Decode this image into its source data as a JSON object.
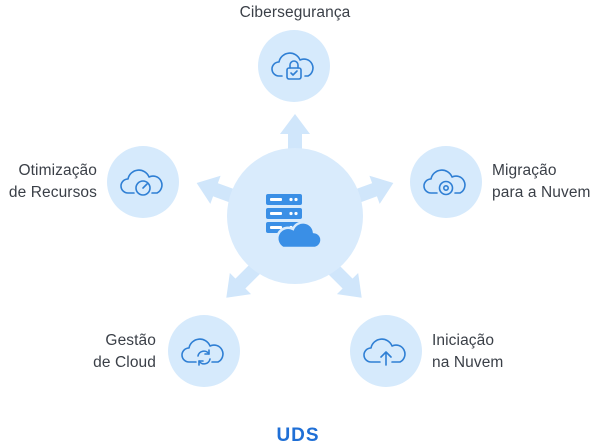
{
  "nodes": [
    {
      "id": "ciberseguranca",
      "lines": [
        "Cibersegurança"
      ],
      "icon": "cloud-lock-icon"
    },
    {
      "id": "migracao",
      "lines": [
        "Migração",
        "para a Nuvem"
      ],
      "icon": "cloud-gear-icon"
    },
    {
      "id": "iniciacao",
      "lines": [
        "Iniciação",
        "na Nuvem"
      ],
      "icon": "cloud-upload-icon"
    },
    {
      "id": "gestao",
      "lines": [
        "Gestão",
        "de Cloud"
      ],
      "icon": "cloud-sync-icon"
    },
    {
      "id": "otimizacao",
      "lines": [
        "Otimização",
        "de Recursos"
      ],
      "icon": "cloud-gauge-icon"
    }
  ],
  "center_icon": "server-cloud-icon",
  "logo": "UDS",
  "colors": {
    "circle_fill": "#d6eafc",
    "center_fill": "#d9ebfc",
    "arrow_fill": "#d0e6fb",
    "icon_stroke": "#2f7fd4",
    "server_fill": "#3a8fe6",
    "logo_blue": "#1f6fd6"
  }
}
